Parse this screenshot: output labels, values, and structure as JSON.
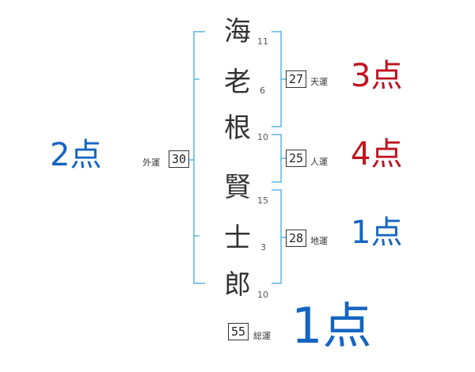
{
  "name": {
    "chars": [
      "海",
      "老",
      "根",
      "賢",
      "士",
      "郎"
    ],
    "strokes": [
      "11",
      "6",
      "10",
      "15",
      "3",
      "10"
    ]
  },
  "fortunes": {
    "tenun": {
      "value": "27",
      "label": "天運",
      "score": "3点"
    },
    "jinun": {
      "value": "25",
      "label": "人運",
      "score": "4点"
    },
    "chiun": {
      "value": "28",
      "label": "地運",
      "score": "1点"
    },
    "gaiun": {
      "value": "30",
      "label": "外運",
      "score": "2点"
    },
    "souun": {
      "value": "55",
      "label": "総運",
      "score": "1点"
    }
  },
  "colors": {
    "bracket": "#5bb5e0",
    "score_red": "#c0121f",
    "score_blue": "#1565c0"
  }
}
